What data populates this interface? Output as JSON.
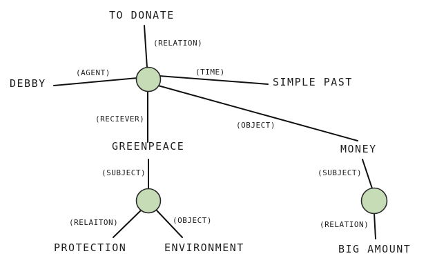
{
  "colors": {
    "background": "#ffffff",
    "text": "#1c1c1c",
    "edge": "#111111",
    "hub_fill": "#c5dcb6",
    "hub_stroke": "#2a2a2a"
  },
  "diagram": {
    "nodes": {
      "to_donate": "TO DONATE",
      "debby": "DEBBY",
      "simple_past": "SIMPLE PAST",
      "greenpeace": "GREENPEACE",
      "money": "MONEY",
      "protection": "PROTECTION",
      "environment": "ENVIRONMENT",
      "big_amount": "BIG AMOUNT"
    },
    "relations": {
      "relation_main": "(RELATION)",
      "agent": "(AGENT)",
      "time": "(TIME)",
      "reciever": "(RECIEVER)",
      "object_main": "(OBJECT)",
      "subject_left": "(SUBJECT)",
      "relaiton": "(RELAITON)",
      "object_left": "(OBJECT)",
      "subject_right": "(SUBJECT)",
      "relation_right": "(RELATION)"
    },
    "links": [
      {
        "hub": "main",
        "relation": "(RELATION)",
        "node": "TO DONATE"
      },
      {
        "hub": "main",
        "relation": "(AGENT)",
        "node": "DEBBY"
      },
      {
        "hub": "main",
        "relation": "(TIME)",
        "node": "SIMPLE PAST"
      },
      {
        "hub": "main",
        "relation": "(RECIEVER)",
        "node": "GREENPEACE"
      },
      {
        "hub": "main",
        "relation": "(OBJECT)",
        "node": "MONEY"
      },
      {
        "hub": "greenpeace",
        "relation": "(SUBJECT)",
        "node": "GREENPEACE"
      },
      {
        "hub": "greenpeace",
        "relation": "(RELAITON)",
        "node": "PROTECTION"
      },
      {
        "hub": "greenpeace",
        "relation": "(OBJECT)",
        "node": "ENVIRONMENT"
      },
      {
        "hub": "money",
        "relation": "(SUBJECT)",
        "node": "MONEY"
      },
      {
        "hub": "money",
        "relation": "(RELATION)",
        "node": "BIG AMOUNT"
      }
    ]
  }
}
